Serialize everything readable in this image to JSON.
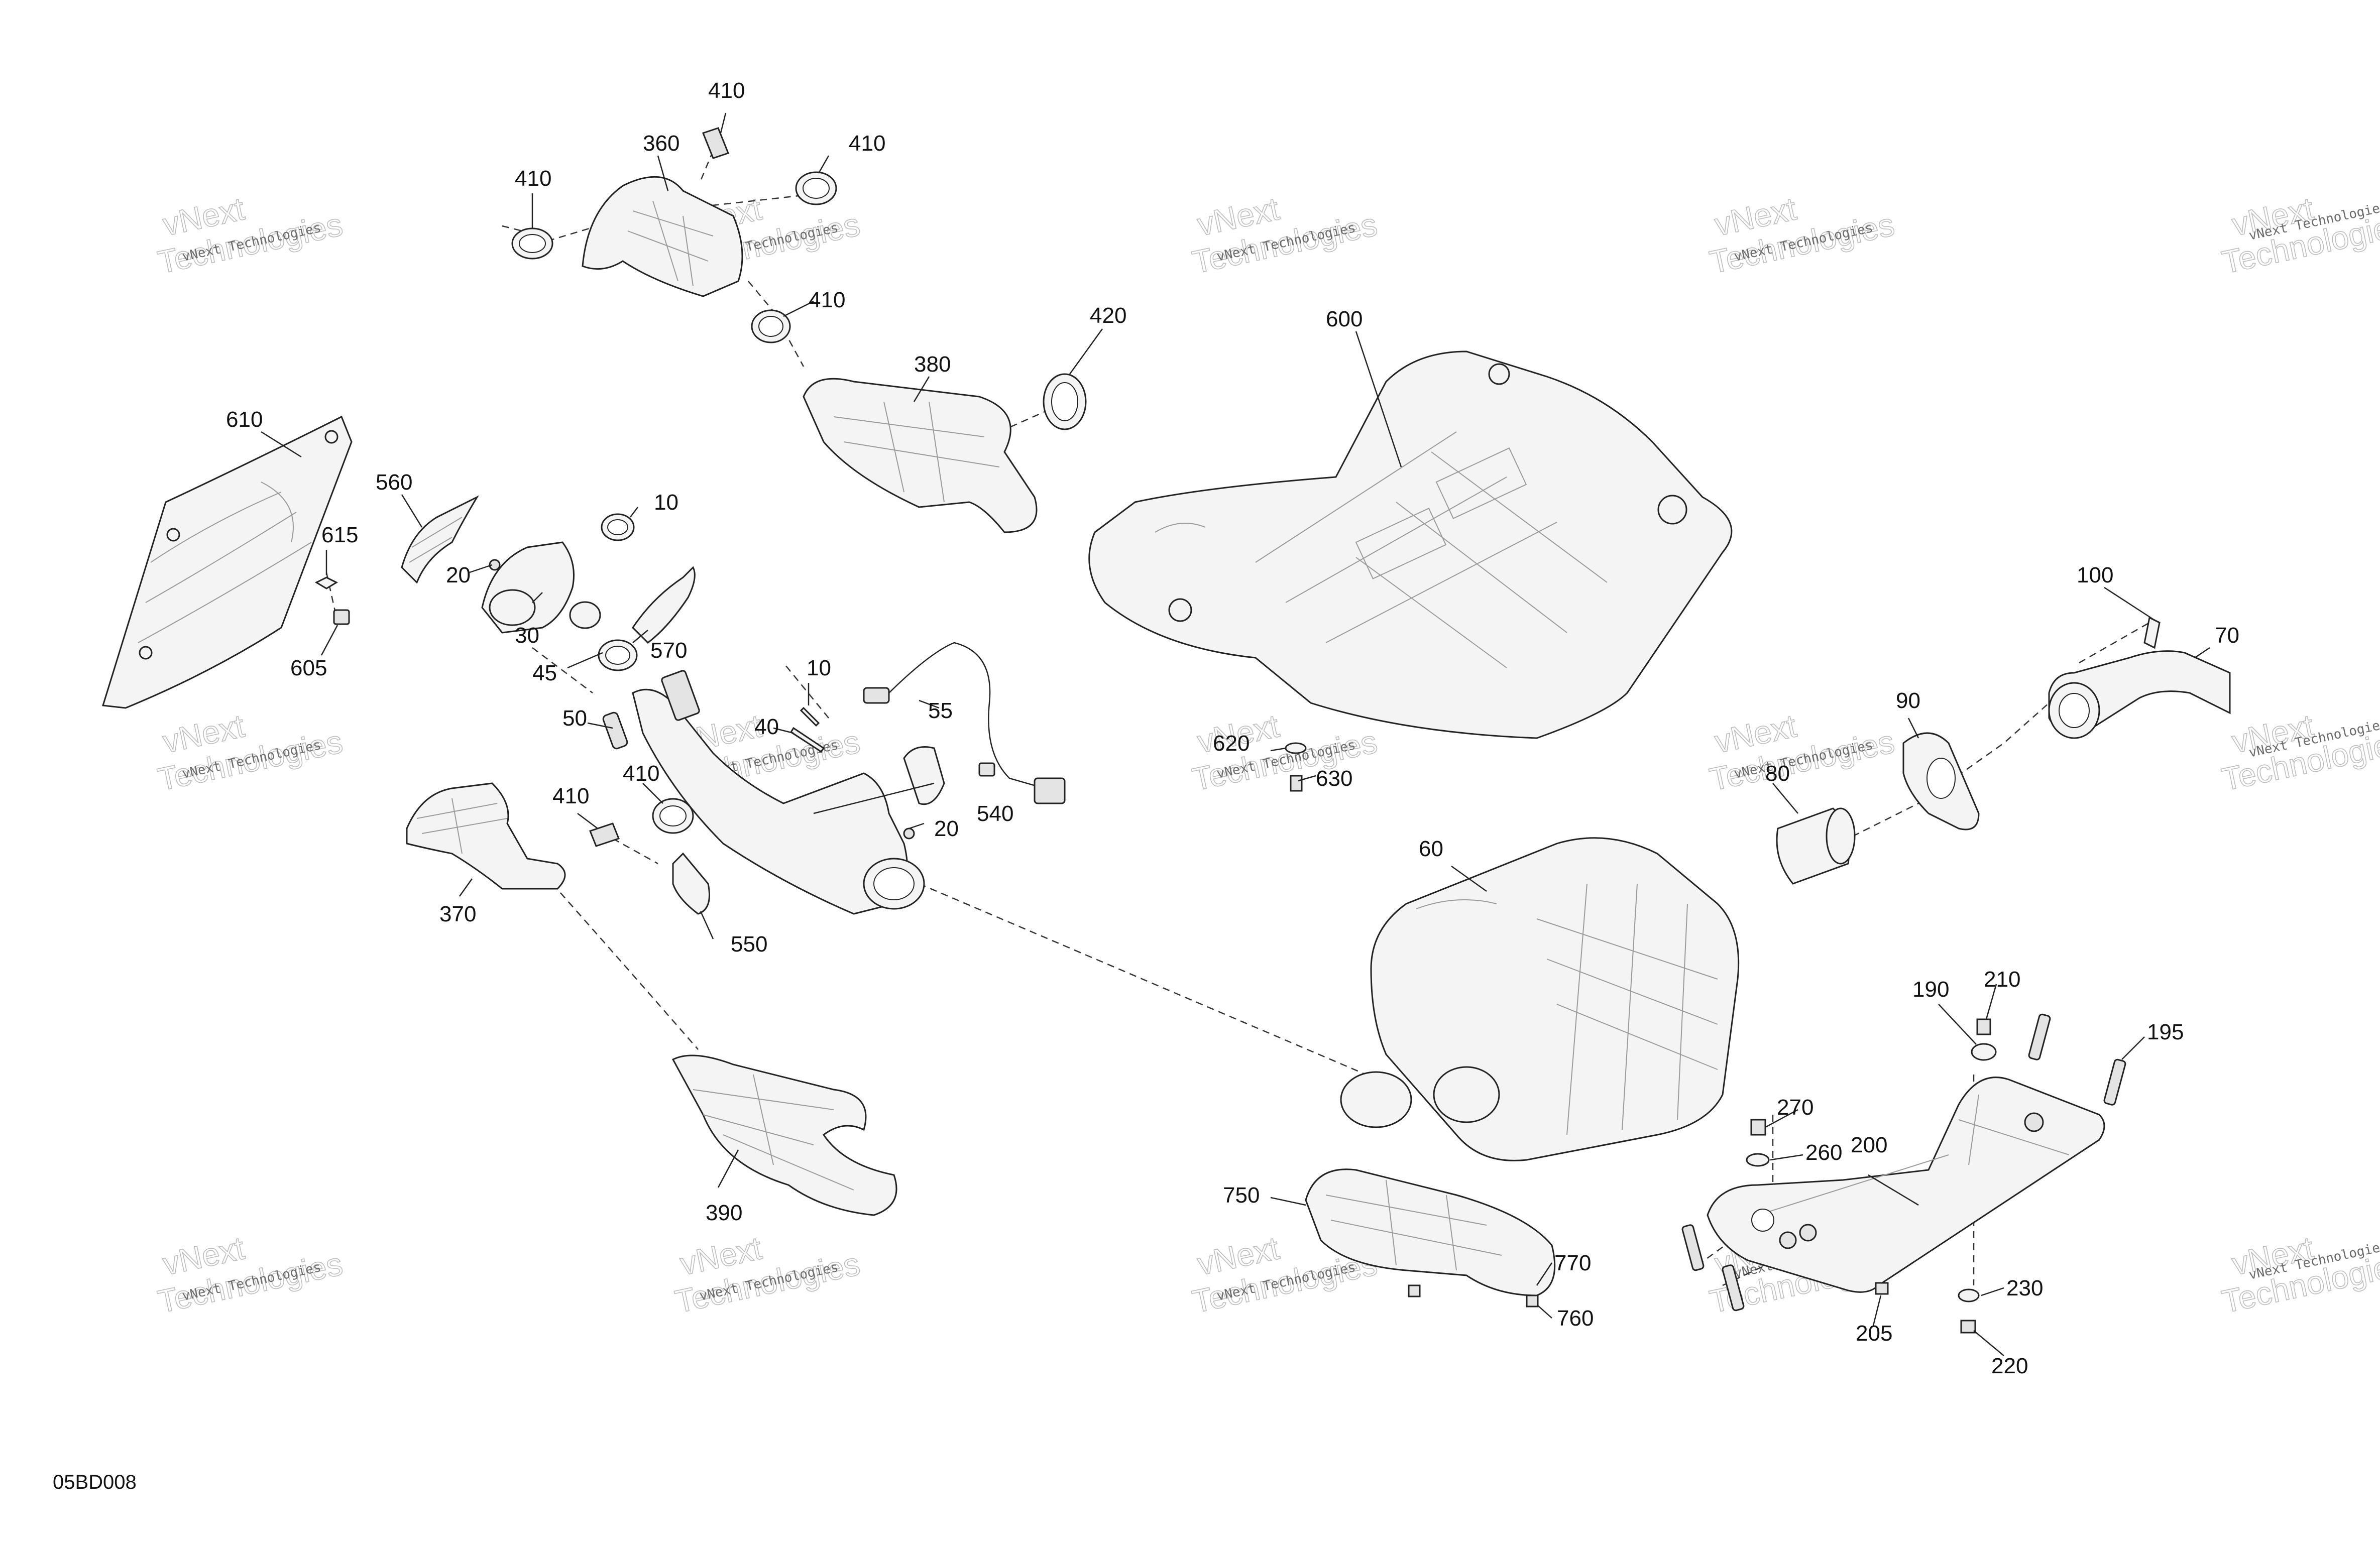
{
  "figure_id": "05BD008",
  "watermark": {
    "line1": "vNext Technologies",
    "line2": "vNext",
    "line3": "Technologies"
  },
  "callouts": {
    "c10": "10",
    "c20": "20",
    "c30": "30",
    "c40": "40",
    "c45": "45",
    "c50": "50",
    "c55": "55",
    "c60": "60",
    "c70": "70",
    "c80": "80",
    "c90": "90",
    "c100": "100",
    "c190": "190",
    "c195": "195",
    "c200": "200",
    "c205": "205",
    "c210": "210",
    "c220": "220",
    "c230": "230",
    "c260": "260",
    "c270": "270",
    "c360": "360",
    "c370": "370",
    "c380": "380",
    "c390": "390",
    "c410": "410",
    "c420": "420",
    "c540": "540",
    "c550": "550",
    "c560": "560",
    "c570": "570",
    "c600": "600",
    "c605": "605",
    "c610": "610",
    "c615": "615",
    "c620": "620",
    "c630": "630",
    "c750": "750",
    "c760": "760",
    "c770": "770"
  }
}
